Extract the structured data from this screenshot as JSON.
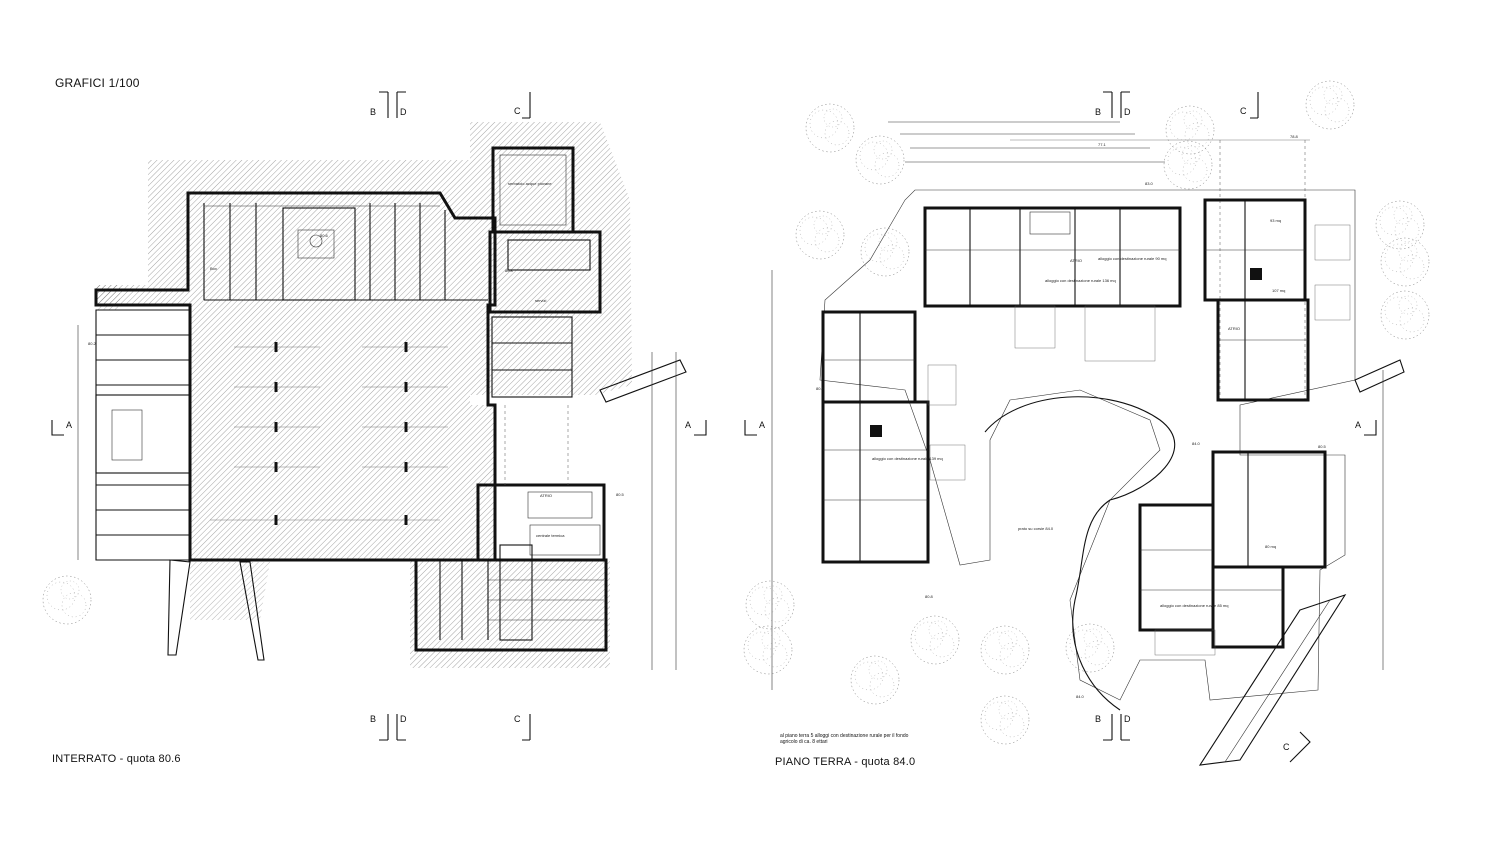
{
  "sheet": {
    "title": "GRAFICI  1/100"
  },
  "plans": [
    {
      "id": "interrato",
      "caption": "INTERRATO - quota 80.6"
    },
    {
      "id": "piano_terra",
      "caption": "PIANO TERRA - quota 84.0"
    }
  ],
  "section_marks": {
    "B": "B",
    "D": "D",
    "C": "C",
    "A": "A"
  },
  "interrato_labels": {
    "deposit": "serbatoio acque piovane",
    "service": "servizi",
    "lobby": "ATRIO",
    "tech": "centrale termica",
    "level1": "80.6",
    "level2": "80.2",
    "level3": "80.8",
    "level4": "80.5",
    "box": "Box"
  },
  "terra_labels": {
    "atrio": "ATRIO",
    "apt1": "alloggio con destinazione rurale 136 mq",
    "apt2": "alloggio con destinazione rurale 90 mq",
    "apt3": "alloggio con destinazione rurale 139 mq",
    "apt4": "alloggio con destinazione rurale 85 mq",
    "mq1": "93 mq",
    "mq2": "107 mq",
    "mq3": "80 mq",
    "court": "prato su corsie 84.0",
    "lev_a": "84.0",
    "lev_b": "83.0",
    "lev_c": "80.2",
    "lev_d": "80.5",
    "lev_e": "80.8",
    "lev_f": "77.1",
    "lev_g": "78.8",
    "lev_h": "84.0"
  },
  "footnote": "al piano terra 5 alloggi con destinazione rurale per il fondo agricolo di ca. 8 ettari"
}
